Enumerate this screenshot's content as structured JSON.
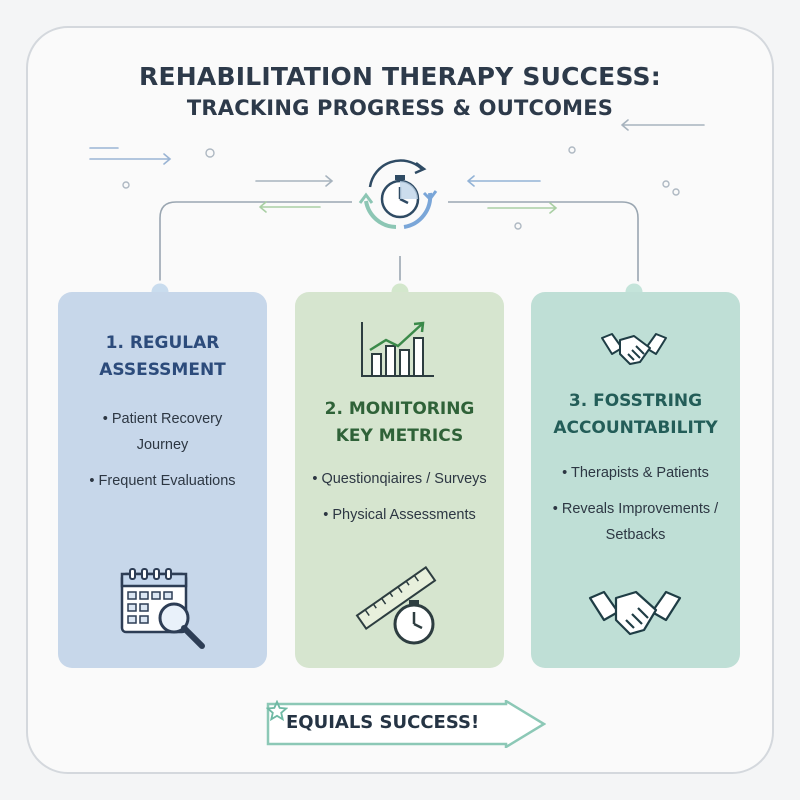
{
  "title": {
    "line1": "REHABILITATION THERAPY SUCCESS:",
    "line2": "TRACKING PROGRESS & OUTCOMES"
  },
  "cards": [
    {
      "title": "1. REGULAR\nASSESSMENT",
      "bullets": [
        "Patient Recovery\nJourney",
        "Frequent Evaluations"
      ],
      "icon": "calendar-magnifier-icon",
      "color": "#c7d7ea"
    },
    {
      "title": "2. MONITORING\nKEY METRICS",
      "bullets": [
        "Questionqiaires / Surveys",
        "Physical Assessments"
      ],
      "icons": [
        "bar-chart-growth-icon",
        "ruler-stopwatch-icon"
      ],
      "color": "#d6e5cf"
    },
    {
      "title": "3. FOSSTRING\nACCOUNTABILITY",
      "bullets": [
        "Therapists & Patients",
        "Reveals Improvements /\nSetbacks"
      ],
      "icon": "handshake-icon",
      "color": "#bfdfd6"
    }
  ],
  "center_icon": "stopwatch-cycle-icon",
  "footer": {
    "label": "EQUIALS SUCCESS!",
    "icon": "star-icon"
  }
}
